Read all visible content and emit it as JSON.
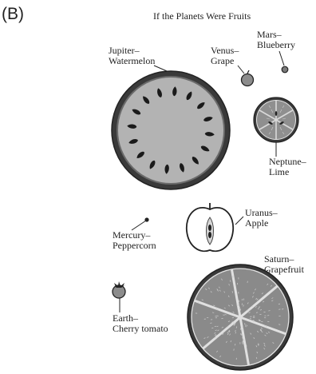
{
  "panel_label": "(B)",
  "title": "If the Planets Were Fruits",
  "planets": {
    "jupiter": {
      "planet": "Jupiter–",
      "fruit": "Watermelon"
    },
    "venus": {
      "planet": "Venus–",
      "fruit": "Grape"
    },
    "mars": {
      "planet": "Mars–",
      "fruit": "Blueberry"
    },
    "neptune": {
      "planet": "Neptune–",
      "fruit": "Lime"
    },
    "uranus": {
      "planet": "Uranus–",
      "fruit": "Apple"
    },
    "mercury": {
      "planet": "Mercury–",
      "fruit": "Peppercorn"
    },
    "saturn": {
      "planet": "Saturn–",
      "fruit": "Grapefruit"
    },
    "earth": {
      "planet": "Earth–",
      "fruit": "Cherry tomato"
    }
  },
  "colors": {
    "outline": "#222222",
    "watermelon_flesh": "#b3b3b3",
    "watermelon_rind": "#555555",
    "grape": "#8c8c8c",
    "lime": "#8f8f8f",
    "grapefruit": "#8a8a8a",
    "apple_flesh": "#ffffff",
    "seed": "#1a1a1a"
  }
}
